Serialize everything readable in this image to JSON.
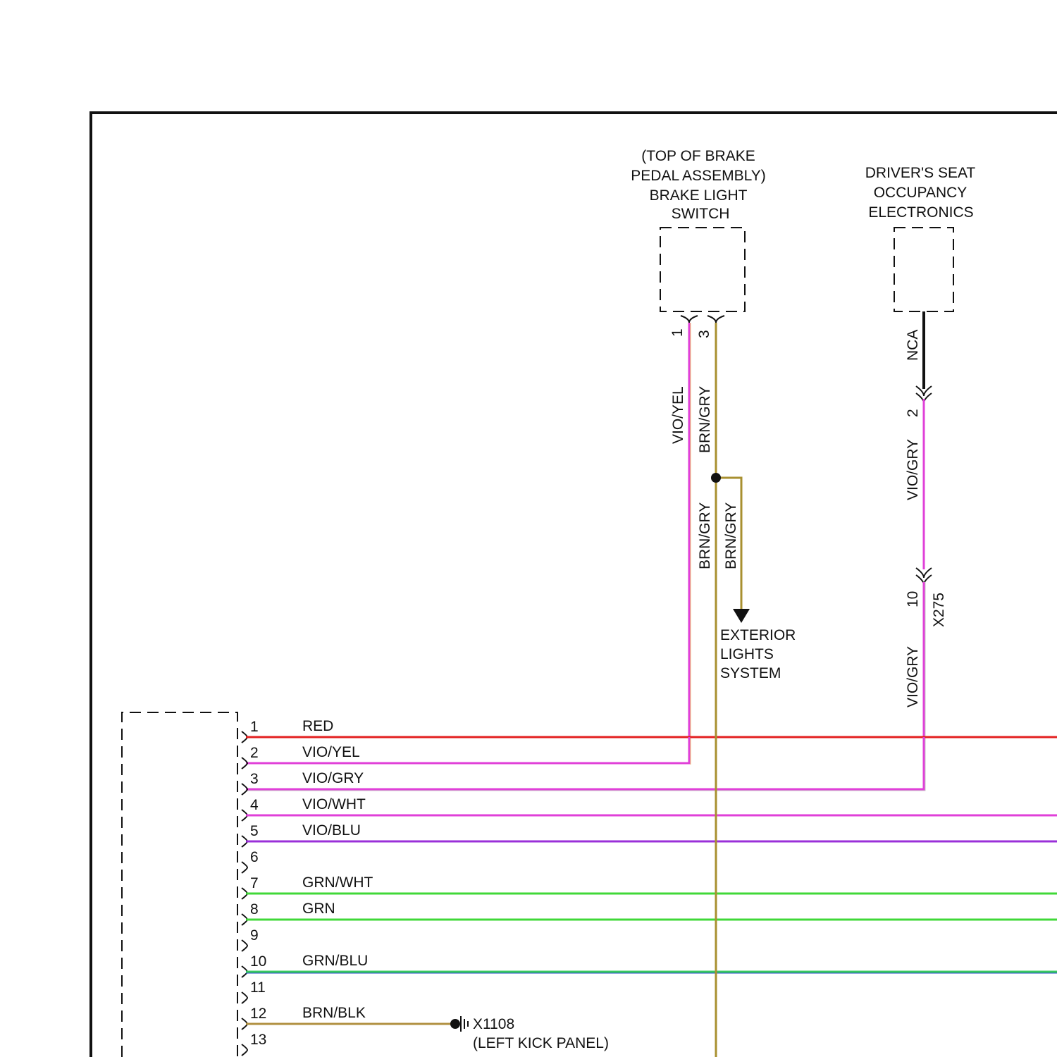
{
  "brake_switch": {
    "title_lines": [
      "(TOP OF BRAKE",
      "PEDAL ASSEMBLY)",
      "BRAKE LIGHT",
      "SWITCH"
    ],
    "pin1": "1",
    "pin3": "3",
    "wire1": "VIO/YEL",
    "wire3": "BRN/GRY"
  },
  "splice": {
    "wire_down": "BRN/GRY",
    "wire_branch": "BRN/GRY",
    "dest_lines": [
      "EXTERIOR",
      "LIGHTS",
      "SYSTEM"
    ]
  },
  "occupancy": {
    "title_lines": [
      "DRIVER'S SEAT",
      "OCCUPANCY",
      "ELECTRONICS"
    ],
    "wire_top": "NCA",
    "pin_top": "2",
    "wire_mid": "VIO/GRY",
    "pin_bottom": "10",
    "connector": "X275",
    "wire_bottom": "VIO/GRY"
  },
  "connector_pins": [
    {
      "pin": "1",
      "wire": "RED",
      "color": "#e32020"
    },
    {
      "pin": "2",
      "wire": "VIO/YEL",
      "color": "#e040d8"
    },
    {
      "pin": "3",
      "wire": "VIO/GRY",
      "color": "#e040d8"
    },
    {
      "pin": "4",
      "wire": "VIO/WHT",
      "color": "#e040d8"
    },
    {
      "pin": "5",
      "wire": "VIO/BLU",
      "color": "#9a30d8"
    },
    {
      "pin": "6",
      "wire": "",
      "color": ""
    },
    {
      "pin": "7",
      "wire": "GRN/WHT",
      "color": "#40d838"
    },
    {
      "pin": "8",
      "wire": "GRN",
      "color": "#40d838"
    },
    {
      "pin": "9",
      "wire": "",
      "color": ""
    },
    {
      "pin": "10",
      "wire": "GRN/BLU",
      "color": "#38c860"
    },
    {
      "pin": "11",
      "wire": "",
      "color": ""
    },
    {
      "pin": "12",
      "wire": "BRN/BLK",
      "color": "#b09040"
    },
    {
      "pin": "13",
      "wire": "",
      "color": ""
    }
  ],
  "ground": {
    "id": "X1108",
    "location": "(LEFT KICK PANEL)"
  },
  "colors": {
    "brn_gry": "#a89030",
    "vio": "#e040d8",
    "black": "#111111"
  }
}
